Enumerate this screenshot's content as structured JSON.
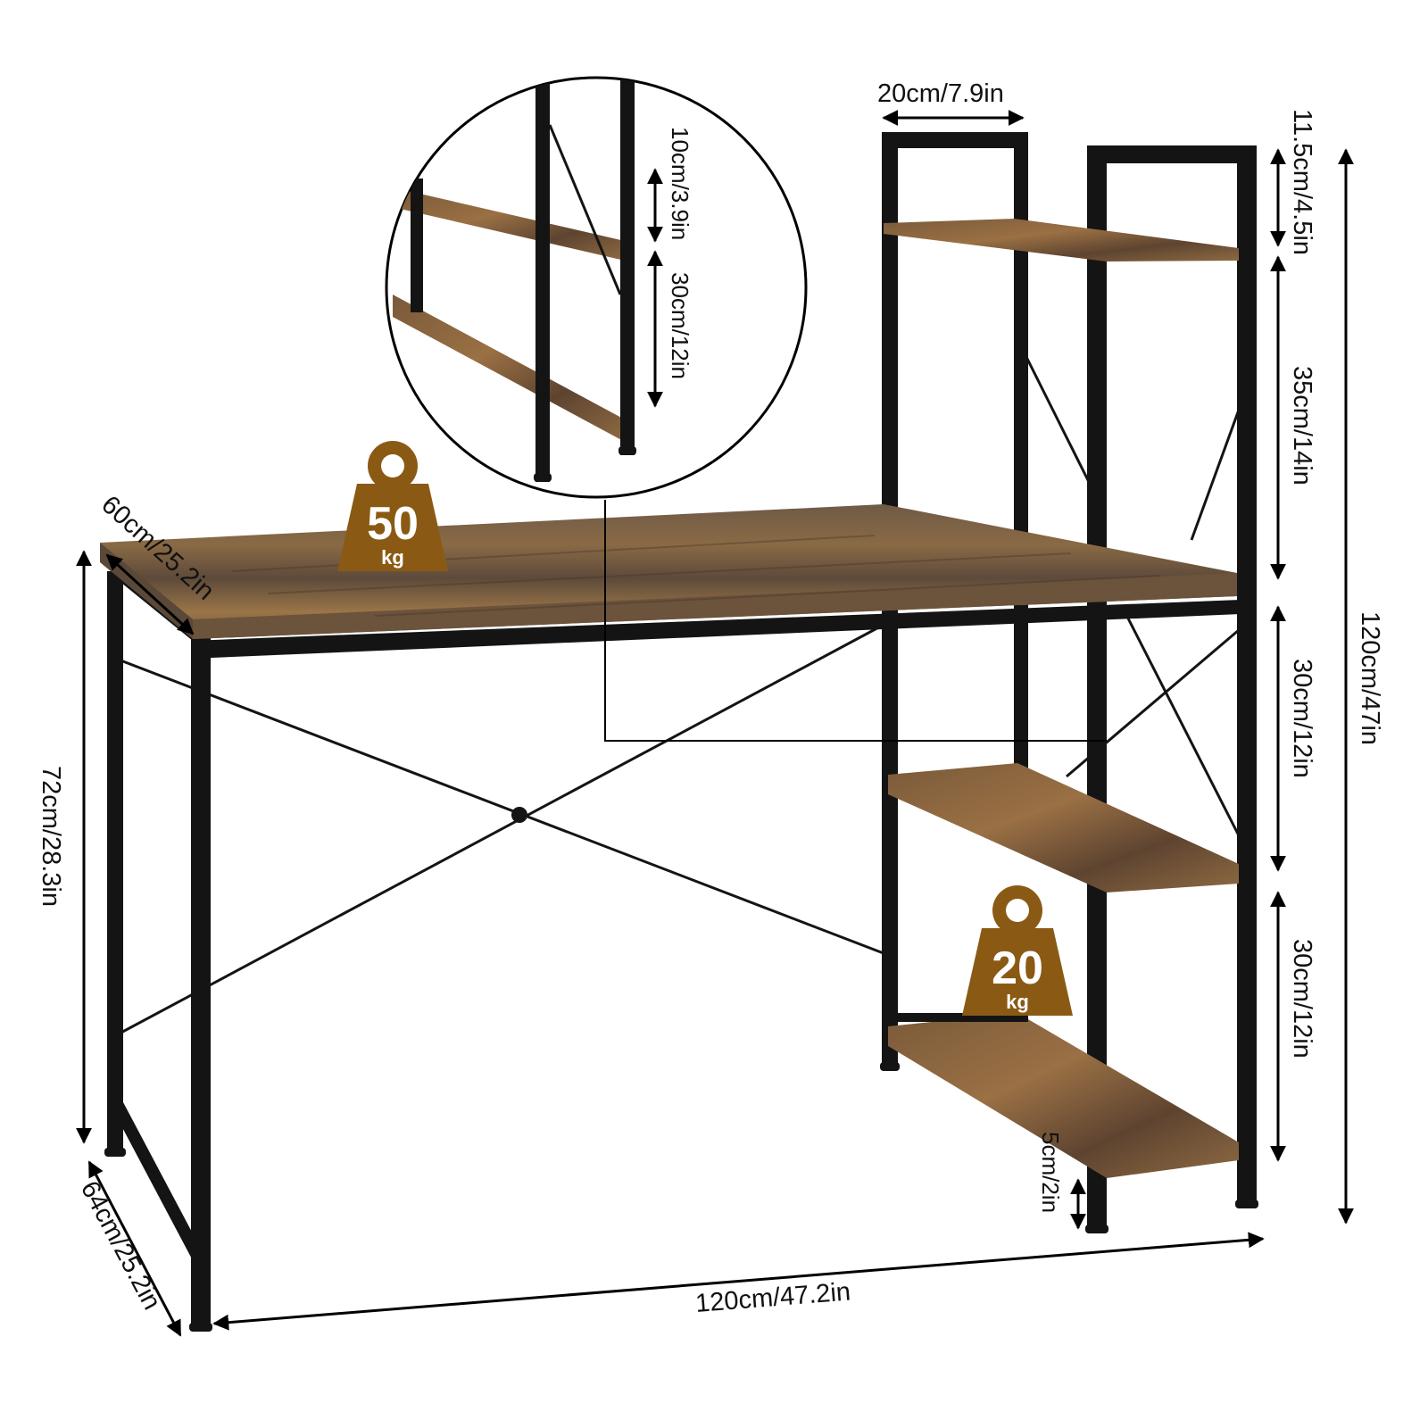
{
  "product": {
    "type": "computer desk with 4-tier storage shelves",
    "colors": {
      "frame": "#141414",
      "wood_light": "#8a6a45",
      "wood_dark": "#5a4632",
      "wood_grain": "#3f3128",
      "badge": "#8a5a14",
      "dimension_line": "#000000",
      "background": "#ffffff"
    }
  },
  "dimensions": {
    "top_shelf_width": "20cm/7.9in",
    "top_clearance": "11.5cm/4.5in",
    "upper_shelf_gap": "35cm/14in",
    "total_height": "120cm/47in",
    "lower_shelf_gap_1": "30cm/12in",
    "lower_shelf_gap_2": "30cm/12in",
    "desk_depth": "60cm/25.2in",
    "desk_height": "72cm/28.3in",
    "base_depth": "64cm/25.2in",
    "total_width": "120cm/47.2in",
    "bottom_clearance": "5cm/2in"
  },
  "detail_inset": {
    "label_top": "10cm/3.9in",
    "label_bottom": "30cm/12in"
  },
  "load_badges": [
    {
      "value": "50",
      "unit": "kg",
      "applies_to": "desktop"
    },
    {
      "value": "20",
      "unit": "kg",
      "applies_to": "shelf"
    }
  ]
}
